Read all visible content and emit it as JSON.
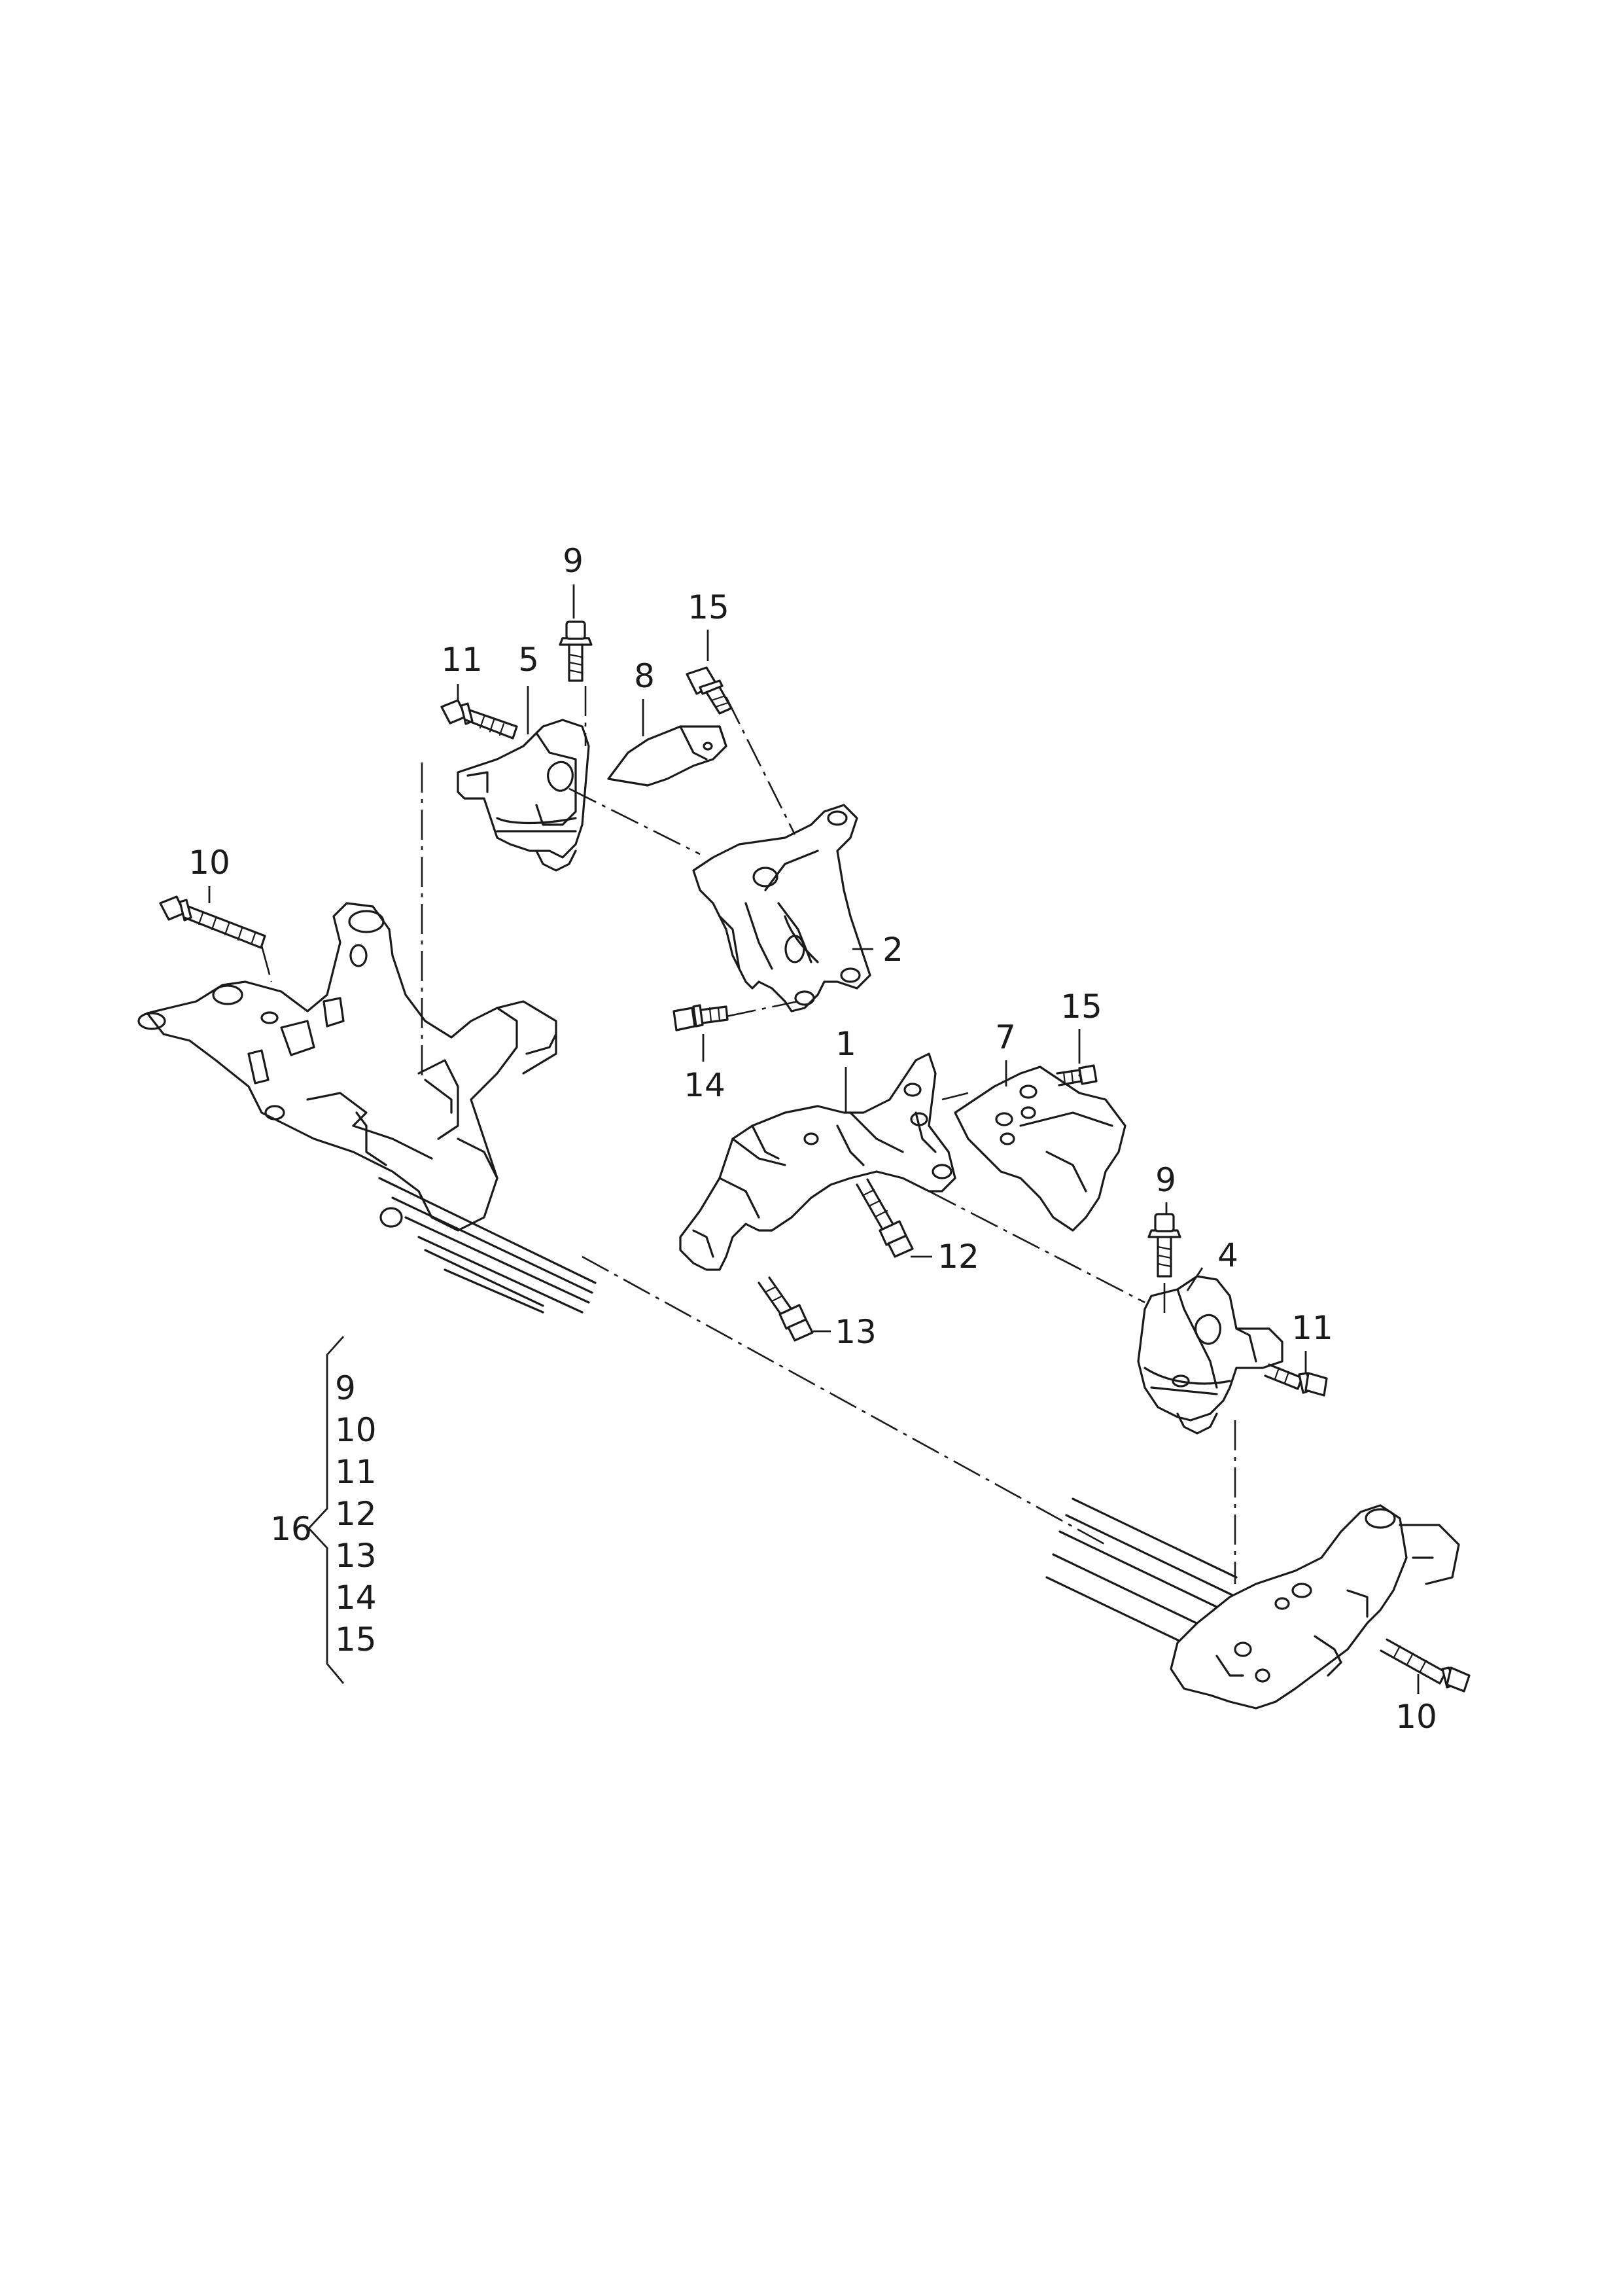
{
  "diagram": {
    "callouts": {
      "c1": "1",
      "c2": "2",
      "c4": "4",
      "c5": "5",
      "c7": "7",
      "c8": "8",
      "c9_upper": "9",
      "c9_right": "9",
      "c10_left": "10",
      "c10_right": "10",
      "c11_left": "11",
      "c11_right": "11",
      "c12": "12",
      "c13": "13",
      "c14": "14",
      "c15_upper": "15",
      "c15_right": "15"
    },
    "kit_legend": {
      "kit_number": "16",
      "items": [
        "9",
        "10",
        "11",
        "12",
        "13",
        "14",
        "15"
      ]
    }
  }
}
